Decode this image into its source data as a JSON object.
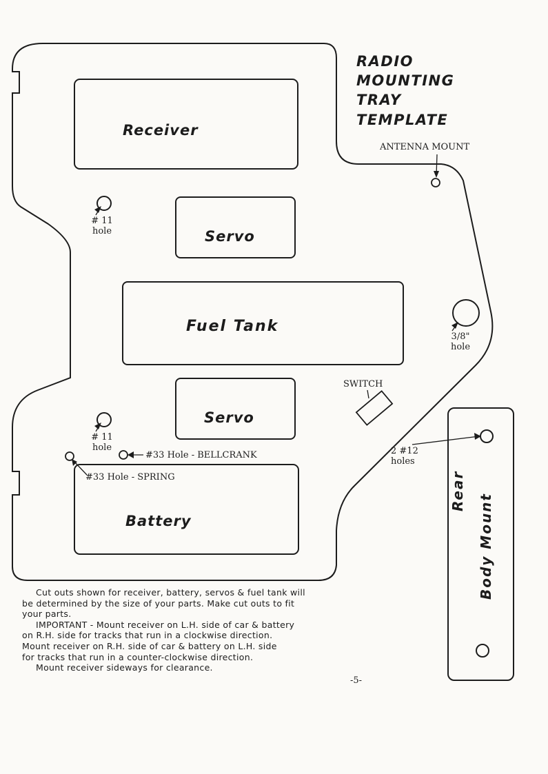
{
  "title": [
    "RADIO",
    "MOUNTING",
    "TRAY",
    "TEMPLATE"
  ],
  "cutouts": {
    "receiver": "Receiver",
    "servo_top": "Servo",
    "fuel_tank": "Fuel Tank",
    "servo_bottom": "Servo",
    "battery": "Battery"
  },
  "labels": {
    "antenna_mount": "ANTENNA MOUNT",
    "hole_11_top": [
      "# 11",
      "hole"
    ],
    "hole_11_bottom": [
      "# 11",
      "hole"
    ],
    "hole_3_8": [
      "3/8\"",
      "hole"
    ],
    "switch": "SWITCH",
    "bellcrank": "#33 Hole - BELLCRANK",
    "spring": "#33 Hole - SPRING",
    "holes_12": [
      "2  #12",
      "holes"
    ]
  },
  "rear_mount": {
    "line1": "Rear",
    "line2": "Body Mount"
  },
  "notes": [
    "Cut outs shown for receiver, battery, servos & fuel tank will",
    "be determined by the size of your parts. Make cut outs to fit",
    "your parts.",
    "IMPORTANT - Mount receiver on L.H. side of car & battery",
    "on R.H. side for tracks that run in a clockwise direction.",
    "Mount receiver on R.H. side of car & battery on L.H. side",
    "for tracks that run in a counter-clockwise direction.",
    "Mount receiver sideways for clearance."
  ],
  "page_number": "-5-"
}
